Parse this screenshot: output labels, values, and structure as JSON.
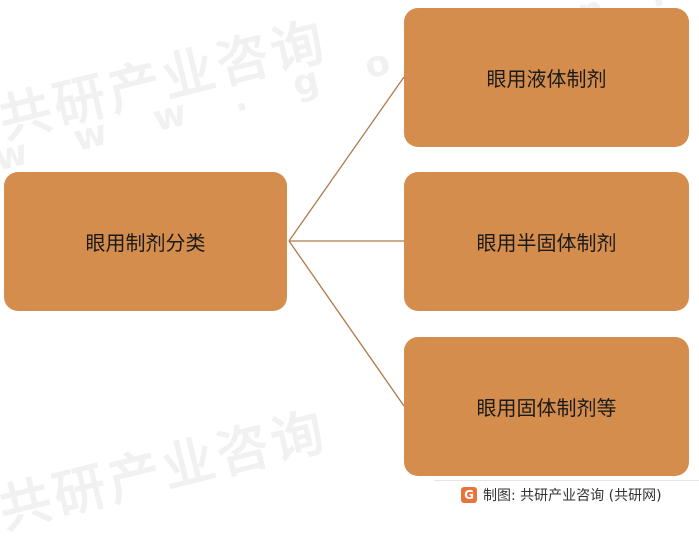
{
  "diagram": {
    "root": "眼用制剂分类",
    "children": [
      "眼用液体制剂",
      "眼用半固体制剂",
      "眼用固体制剂等"
    ]
  },
  "footer": {
    "credit": "制图: 共研产业咨询 (共研网)",
    "logo_icon": "gonyn-logo-icon"
  },
  "watermark": {
    "brand": "共研产业咨询",
    "url": "w w w . g o n y n . c o m"
  },
  "colors": {
    "box_fill": "#d58d4e",
    "connector": "#b07a4a",
    "logo": "#e8743b"
  }
}
